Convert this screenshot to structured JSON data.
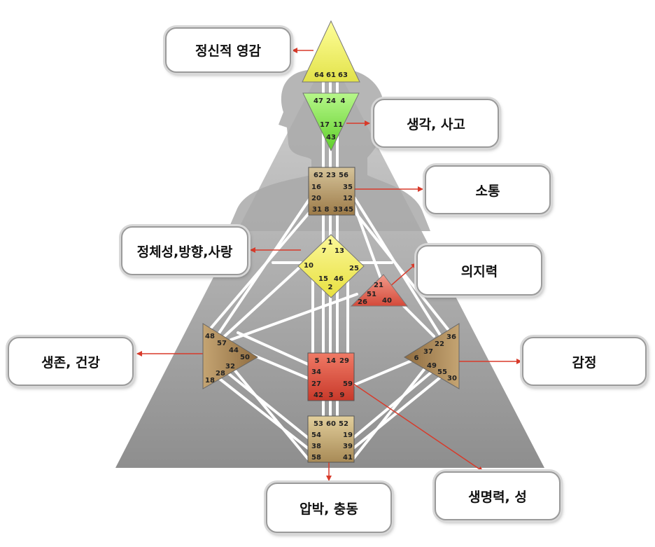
{
  "labels": {
    "head": "정신적 영감",
    "ajna": "생각, 사고",
    "throat": "소통",
    "g": "정체성,방향,사랑",
    "heart": "의지력",
    "spleen": "생존, 건강",
    "solar": "감정",
    "sacral": "생명력, 성",
    "root": "압박, 충동"
  },
  "centers": {
    "head": {
      "gates": [
        "64",
        "61",
        "63"
      ]
    },
    "ajna": {
      "gates": [
        "47",
        "24",
        "4",
        "17",
        "11",
        "43"
      ]
    },
    "throat": {
      "gates": [
        "62",
        "23",
        "56",
        "16",
        "35",
        "20",
        "12",
        "31",
        "8",
        "33",
        "45"
      ]
    },
    "g": {
      "gates": [
        "1",
        "7",
        "13",
        "10",
        "25",
        "15",
        "46",
        "2"
      ]
    },
    "heart": {
      "gates": [
        "21",
        "51",
        "26",
        "40"
      ]
    },
    "spleen": {
      "gates": [
        "48",
        "57",
        "44",
        "50",
        "32",
        "28",
        "18"
      ]
    },
    "solar": {
      "gates": [
        "36",
        "22",
        "37",
        "6",
        "49",
        "55",
        "30"
      ]
    },
    "sacral": {
      "gates": [
        "5",
        "14",
        "29",
        "34",
        "27",
        "59",
        "42",
        "3",
        "9"
      ]
    },
    "root": {
      "gates": [
        "53",
        "60",
        "52",
        "54",
        "19",
        "38",
        "39",
        "58",
        "41"
      ]
    }
  },
  "colors": {
    "arrow": "#d83a2a",
    "head": "#f2f280",
    "ajna": "#8fe85a",
    "throat": "#b89a6a",
    "g": "#f4f070",
    "heart": "#e06050",
    "spleen": "#b08a58",
    "solar": "#b08a58",
    "sacral": "#e05040",
    "root": "#c9b07a"
  }
}
